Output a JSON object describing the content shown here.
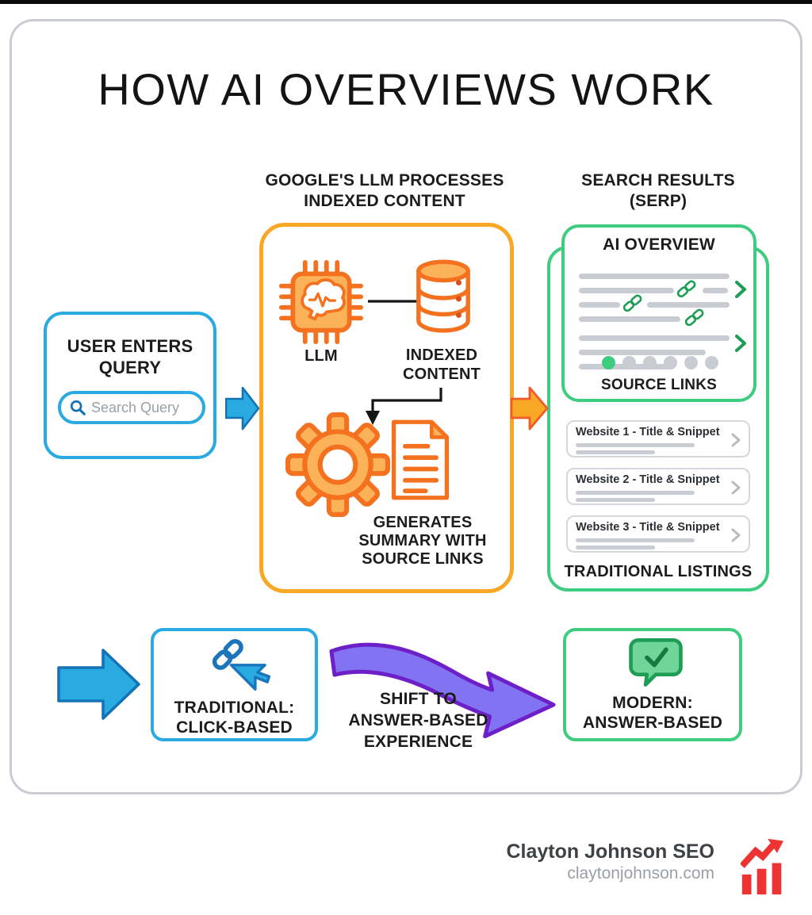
{
  "title": "HOW AI OVERVIEWS WORK",
  "user": {
    "header": "USER ENTERS\nQUERY",
    "search_placeholder": "Search Query"
  },
  "process": {
    "header": "GOOGLE'S LLM PROCESSES\nINDEXED CONTENT",
    "llm_label": "LLM",
    "indexed_label": "INDEXED\nCONTENT",
    "generates_label": "GENERATES\nSUMMARY WITH\nSOURCE LINKS"
  },
  "serp": {
    "header": "SEARCH RESULTS\n(SERP)",
    "ai_overview_title": "AI OVERVIEW",
    "source_links_label": "SOURCE LINKS",
    "listings": [
      {
        "title": "Website 1 - Title & Snippet"
      },
      {
        "title": "Website 2 - Title & Snippet"
      },
      {
        "title": "Website 3 - Title & Snippet"
      }
    ],
    "traditional_label": "TRADITIONAL LISTINGS"
  },
  "bottom": {
    "traditional_label": "TRADITIONAL:\nCLICK-BASED",
    "shift_label": "SHIFT TO\nANSWER-BASED\nEXPERIENCE",
    "modern_label": "MODERN:\nANSWER-BASED"
  },
  "footer": {
    "brand": "Clayton Johnson SEO",
    "website": "claytonjohnson.com"
  },
  "icons": {
    "search": "magnifier",
    "llm": "chip-with-brain",
    "indexed_content": "database-cylinder",
    "generate": "gear",
    "summary": "document",
    "source_link": "chain-link",
    "next": "chevron-right",
    "traditional": "link-with-cursor",
    "modern": "chat-bubble-check",
    "brand_logo": "red-bar-chart-arrow"
  },
  "colors": {
    "blue": "#29ABE2",
    "blue_dark": "#1573B5",
    "orange": "#F9A826",
    "orange_dark": "#F1592A",
    "green": "#3ECC7E",
    "green_dark": "#1E9E55",
    "purple_fill": "#8273F2",
    "purple_stroke": "#6D1FC8",
    "red": "#EE3432",
    "placeholder_gray": "#C9CDD3"
  }
}
